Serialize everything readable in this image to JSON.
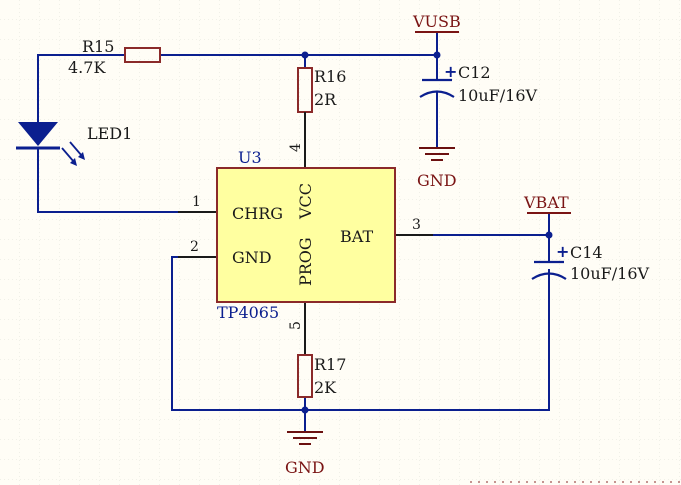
{
  "components": {
    "r15": {
      "designator": "R15",
      "value": "4.7K"
    },
    "r16": {
      "designator": "R16",
      "value": "2R"
    },
    "r17": {
      "designator": "R17",
      "value": "2K"
    },
    "led1": {
      "designator": "LED1"
    },
    "c12": {
      "designator": "C12",
      "value": "10uF/16V"
    },
    "c14": {
      "designator": "C14",
      "value": "10uF/16V"
    },
    "u3": {
      "designator": "U3",
      "part": "TP4065",
      "pins": {
        "chrg": {
          "name": "CHRG",
          "number": "1"
        },
        "gnd": {
          "name": "GND",
          "number": "2"
        },
        "bat": {
          "name": "BAT",
          "number": "3"
        },
        "vcc": {
          "name": "VCC",
          "number": "4"
        },
        "prog": {
          "name": "PROG",
          "number": "5"
        }
      }
    }
  },
  "nets": {
    "vusb": "VUSB",
    "vbat": "VBAT",
    "gnd_top": "GND",
    "gnd_bottom": "GND"
  },
  "capacitor_polarity_mark": "+",
  "colors": {
    "background": "#fffdf6",
    "grid": "#e2e2da",
    "wire": "#0b1f8f",
    "ic_fill": "#ffffa0",
    "ic_border": "#8b2a2a",
    "power_label": "#7a1414"
  }
}
